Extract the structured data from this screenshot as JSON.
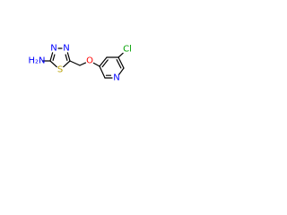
{
  "colors": {
    "bond": "#000000",
    "N": "#0000ff",
    "O": "#ff0000",
    "S": "#b8a000",
    "Cl": "#00a000",
    "C": "#000000"
  },
  "atoms": [
    {
      "id": "amine",
      "label": "H2N",
      "display": "H₂N",
      "element": "N"
    },
    {
      "id": "thiadiazole-c2",
      "label": "",
      "element": "C"
    },
    {
      "id": "thiadiazole-n3",
      "label": "N",
      "display": "N",
      "element": "N"
    },
    {
      "id": "thiadiazole-n4",
      "label": "N",
      "display": "N",
      "element": "N"
    },
    {
      "id": "thiadiazole-c5",
      "label": "",
      "element": "C"
    },
    {
      "id": "thiadiazole-s1",
      "label": "S",
      "display": "S",
      "element": "S"
    },
    {
      "id": "methylene-c",
      "label": "",
      "element": "C"
    },
    {
      "id": "ether-o",
      "label": "O",
      "display": "O",
      "element": "O"
    },
    {
      "id": "pyridine-c3",
      "label": "",
      "element": "C"
    },
    {
      "id": "pyridine-c4",
      "label": "",
      "element": "C"
    },
    {
      "id": "pyridine-c5",
      "label": "",
      "element": "C"
    },
    {
      "id": "chloro",
      "label": "Cl",
      "display": "Cl",
      "element": "Cl"
    },
    {
      "id": "pyridine-c6",
      "label": "",
      "element": "C"
    },
    {
      "id": "pyridine-n1",
      "label": "N",
      "display": "N",
      "element": "N"
    },
    {
      "id": "pyridine-c2",
      "label": "",
      "element": "C"
    }
  ],
  "bonds": [
    {
      "from": "amine",
      "to": "thiadiazole-c2",
      "order": 1
    },
    {
      "from": "thiadiazole-c2",
      "to": "thiadiazole-n3",
      "order": 2
    },
    {
      "from": "thiadiazole-n3",
      "to": "thiadiazole-n4",
      "order": 1
    },
    {
      "from": "thiadiazole-n4",
      "to": "thiadiazole-c5",
      "order": 2
    },
    {
      "from": "thiadiazole-c5",
      "to": "thiadiazole-s1",
      "order": 1
    },
    {
      "from": "thiadiazole-s1",
      "to": "thiadiazole-c2",
      "order": 1
    },
    {
      "from": "thiadiazole-c5",
      "to": "methylene-c",
      "order": 1
    },
    {
      "from": "methylene-c",
      "to": "ether-o",
      "order": 1
    },
    {
      "from": "ether-o",
      "to": "pyridine-c3",
      "order": 1
    },
    {
      "from": "pyridine-c3",
      "to": "pyridine-c4",
      "order": 2
    },
    {
      "from": "pyridine-c4",
      "to": "pyridine-c5",
      "order": 1
    },
    {
      "from": "pyridine-c5",
      "to": "chloro",
      "order": 1
    },
    {
      "from": "pyridine-c5",
      "to": "pyridine-c6",
      "order": 2
    },
    {
      "from": "pyridine-c6",
      "to": "pyridine-n1",
      "order": 1
    },
    {
      "from": "pyridine-n1",
      "to": "pyridine-c2",
      "order": 2
    },
    {
      "from": "pyridine-c2",
      "to": "pyridine-c3",
      "order": 1
    }
  ]
}
